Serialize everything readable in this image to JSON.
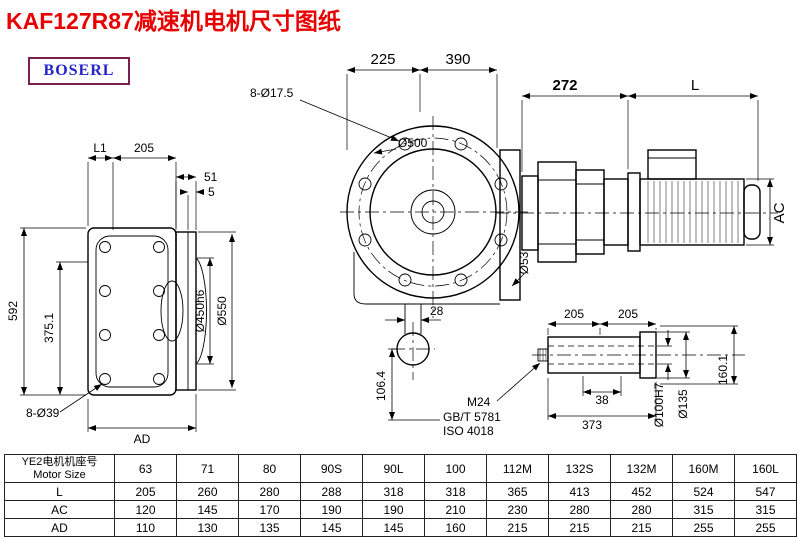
{
  "page": {
    "title": "KAF127R87减速机电机尺寸图纸",
    "logo": "BOSERL"
  },
  "dims": {
    "top_width_a": "225",
    "top_width_b": "390",
    "bolt_pattern_top": "8-Ø17.5",
    "main_diameter": "Ø500",
    "left_l1": "L1",
    "left_205": "205",
    "left_51": "51",
    "left_5": "5",
    "left_height_592": "592",
    "left_375_1": "375.1",
    "flange_spigot": "Ø450h6",
    "flange_od": "Ø550",
    "left_bolts": "8-Ø39",
    "left_ad": "AD",
    "worm_bore": "Ø53",
    "boss_width_28": "28",
    "boss_drop_106_4": "106.4",
    "motor_272": "272",
    "motor_len_l": "L",
    "motor_ac": "AC",
    "shaft_205_a": "205",
    "shaft_205_b": "205",
    "thread_m24": "M24",
    "std_gb": "GB/T 5781",
    "std_iso": "ISO 4018",
    "shaft_38": "38",
    "shaft_373": "373",
    "bore_d100h7": "Ø100H7",
    "hub_d135": "Ø135",
    "shaft_160_1": "160.1"
  },
  "table": {
    "row_header_cn": "YE2电机机座号",
    "row_header_en": "Motor Size",
    "columns": [
      "63",
      "71",
      "80",
      "90S",
      "90L",
      "100",
      "112M",
      "132S",
      "132M",
      "160M",
      "160L"
    ],
    "rows": [
      {
        "label": "L",
        "values": [
          "205",
          "260",
          "280",
          "288",
          "318",
          "318",
          "365",
          "413",
          "452",
          "524",
          "547"
        ]
      },
      {
        "label": "AC",
        "values": [
          "120",
          "145",
          "170",
          "190",
          "190",
          "210",
          "230",
          "280",
          "280",
          "315",
          "315"
        ]
      },
      {
        "label": "AD",
        "values": [
          "110",
          "130",
          "135",
          "145",
          "145",
          "160",
          "215",
          "215",
          "215",
          "255",
          "255"
        ]
      }
    ]
  }
}
